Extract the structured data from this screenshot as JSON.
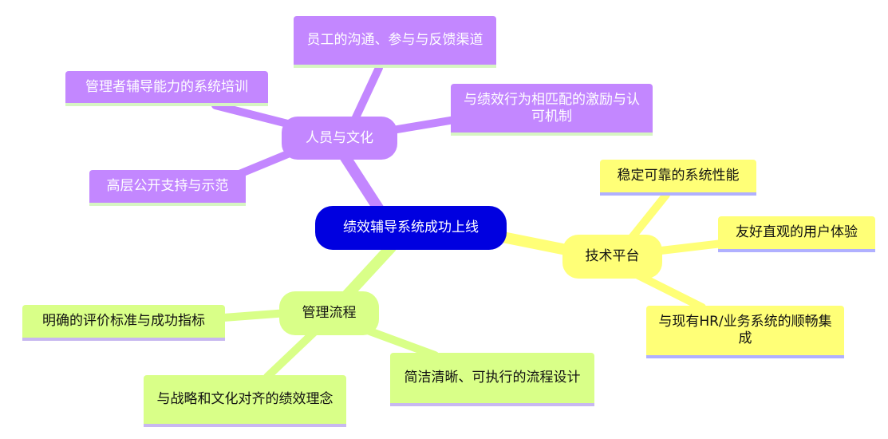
{
  "root": "绩效辅导系统成功上线",
  "colors": {
    "root": "#0000e0",
    "people": "#c387ff",
    "tech": "#ffff77",
    "process": "#d9ff88"
  },
  "branches": {
    "people": {
      "label": "人员与文化",
      "children": [
        "员工的沟通、参与与反馈渠道",
        "管理者辅导能力的系统培训",
        "与绩效行为相匹配的激励与认可机制",
        "高层公开支持与示范"
      ]
    },
    "tech": {
      "label": "技术平台",
      "children": [
        "稳定可靠的系统性能",
        "友好直观的用户体验",
        "与现有HR/业务系统的顺畅集成"
      ]
    },
    "process": {
      "label": "管理流程",
      "children": [
        "明确的评价标准与成功指标",
        "简洁清晰、可执行的流程设计",
        "与战略和文化对齐的绩效理念"
      ]
    }
  }
}
